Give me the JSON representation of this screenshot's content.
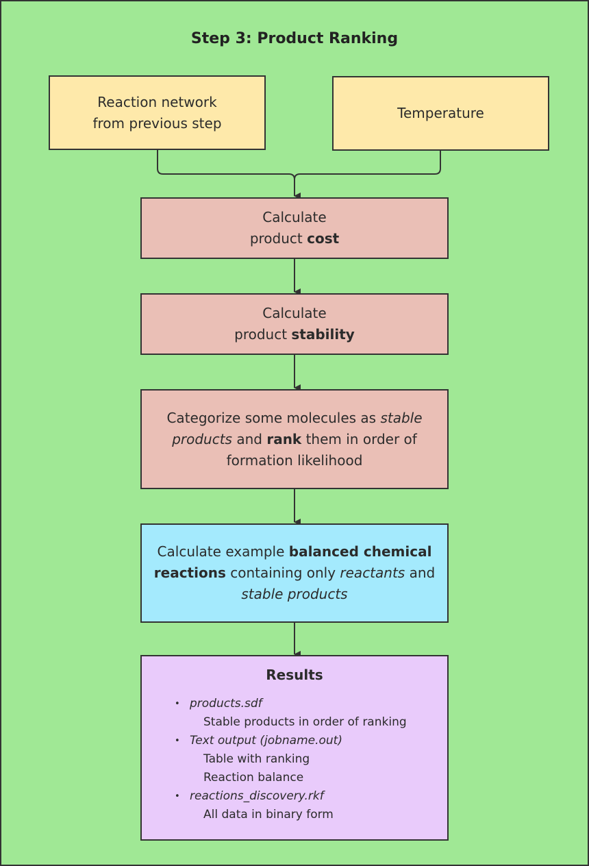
{
  "title": "Step 3: Product Ranking",
  "colors": {
    "background": "#a0e895",
    "input_box": "#fee9aa",
    "calc_box": "#eabfb6",
    "reaction_box": "#a4eafd",
    "results_box": "#e9cbfb",
    "border": "#333333"
  },
  "inputs": [
    {
      "line1": "Reaction network",
      "line2": "from previous step"
    },
    {
      "label": "Temperature"
    }
  ],
  "steps": {
    "cost": {
      "line1": "Calculate",
      "line2_plain": "product ",
      "line2_bold": "cost"
    },
    "stability": {
      "line1": "Calculate",
      "line2_plain": "product ",
      "line2_bold": "stability"
    },
    "categorize": {
      "t1": "Categorize some molecules as ",
      "t2_italic": "stable products",
      "t3": " and ",
      "t4_bold": "rank",
      "t5": " them in order of formation likelihood"
    },
    "reactions": {
      "t1": "Calculate example ",
      "t2_bold": "balanced chemical reactions",
      "t3": " containing only ",
      "t4_italic": "reactants",
      "t5": " and ",
      "t6_italic": "stable products"
    }
  },
  "results": {
    "title": "Results",
    "items": [
      {
        "file": "products.sdf",
        "details": [
          "Stable products in order of ranking"
        ]
      },
      {
        "file": "Text output (jobname.out)",
        "details": [
          "Table with ranking",
          "Reaction balance"
        ]
      },
      {
        "file": "reactions_discovery.rkf",
        "details": [
          "All data in binary form"
        ]
      }
    ]
  }
}
